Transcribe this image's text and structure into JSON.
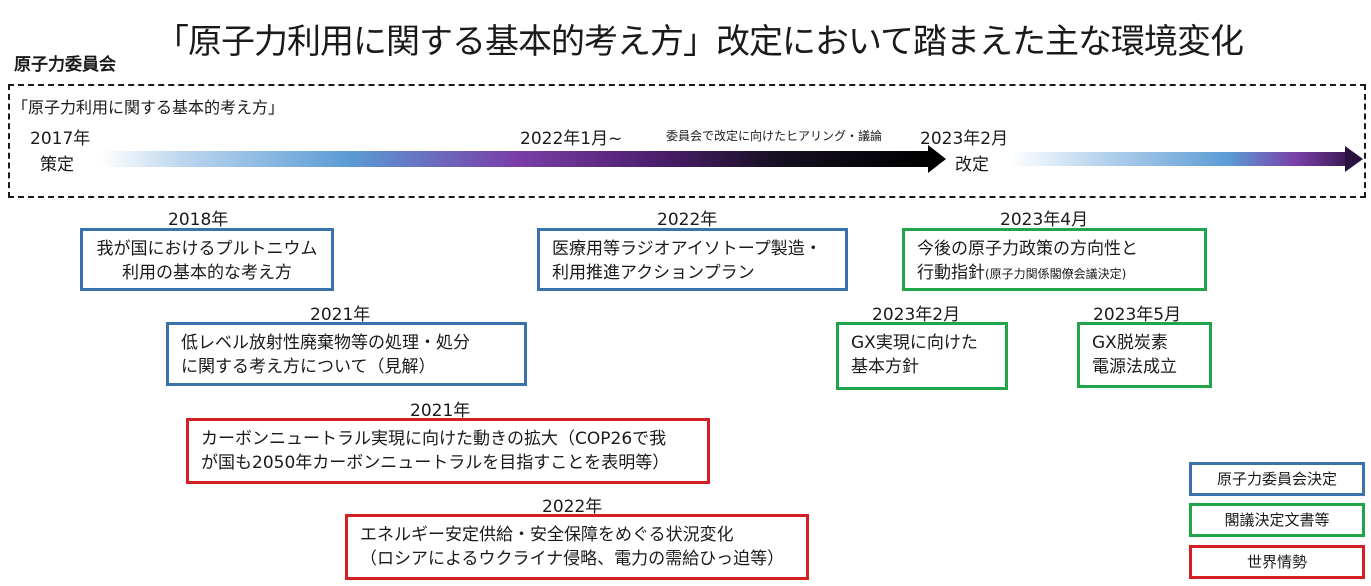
{
  "header": {
    "title": "「原子力利用に関する基本的考え方」改定において踏まえた主な環境変化",
    "organization": "原子力委員会"
  },
  "timeline": {
    "frame_label": "「原子力利用に関する基本的考え方」",
    "start_year": "2017年",
    "start_event": "策定",
    "mid_date": "2022年1月~",
    "mid_note": "委員会で改定に向けたヒアリング・議論",
    "revision_date": "2023年2月",
    "revision_event": "改定"
  },
  "events": [
    {
      "date": "2018年",
      "line1": "我が国におけるプルトニウム",
      "line2": "利用の基本的な考え方",
      "category": "blue"
    },
    {
      "date": "2021年",
      "line1": "低レベル放射性廃棄物等の処理・処分",
      "line2": "に関する考え方について（見解）",
      "category": "blue"
    },
    {
      "date": "2021年",
      "line1": "カーボンニュートラル実現に向けた動きの拡大（COP26で我",
      "line2": "が国も2050年カーボンニュートラルを目指すことを表明等）",
      "category": "red"
    },
    {
      "date": "2022年",
      "line1": "エネルギー安定供給・安全保障をめぐる状況変化",
      "line2": "（ロシアによるウクライナ侵略、電力の需給ひっ迫等）",
      "category": "red"
    },
    {
      "date": "2022年",
      "line1": "医療用等ラジオアイソトープ製造・",
      "line2": "利用推進アクションプラン",
      "category": "blue"
    },
    {
      "date": "2023年4月",
      "line1": "今後の原子力政策の方向性と",
      "line2_main": "行動指針",
      "line2_small": "(原子力関係閣僚会議決定)",
      "category": "green"
    },
    {
      "date": "2023年2月",
      "line1": "GX実現に向けた",
      "line2": "基本方針",
      "category": "green"
    },
    {
      "date": "2023年5月",
      "line1": "GX脱炭素",
      "line2": "電源法成立",
      "category": "green"
    }
  ],
  "legend": [
    {
      "label": "原子力委員会決定",
      "color": "#3a72ac"
    },
    {
      "label": "閣議決定文書等",
      "color": "#22a54a"
    },
    {
      "label": "世界情勢",
      "color": "#d41f24"
    }
  ],
  "colors": {
    "blue": "#3a72ac",
    "green": "#22a54a",
    "red": "#d41f24"
  }
}
